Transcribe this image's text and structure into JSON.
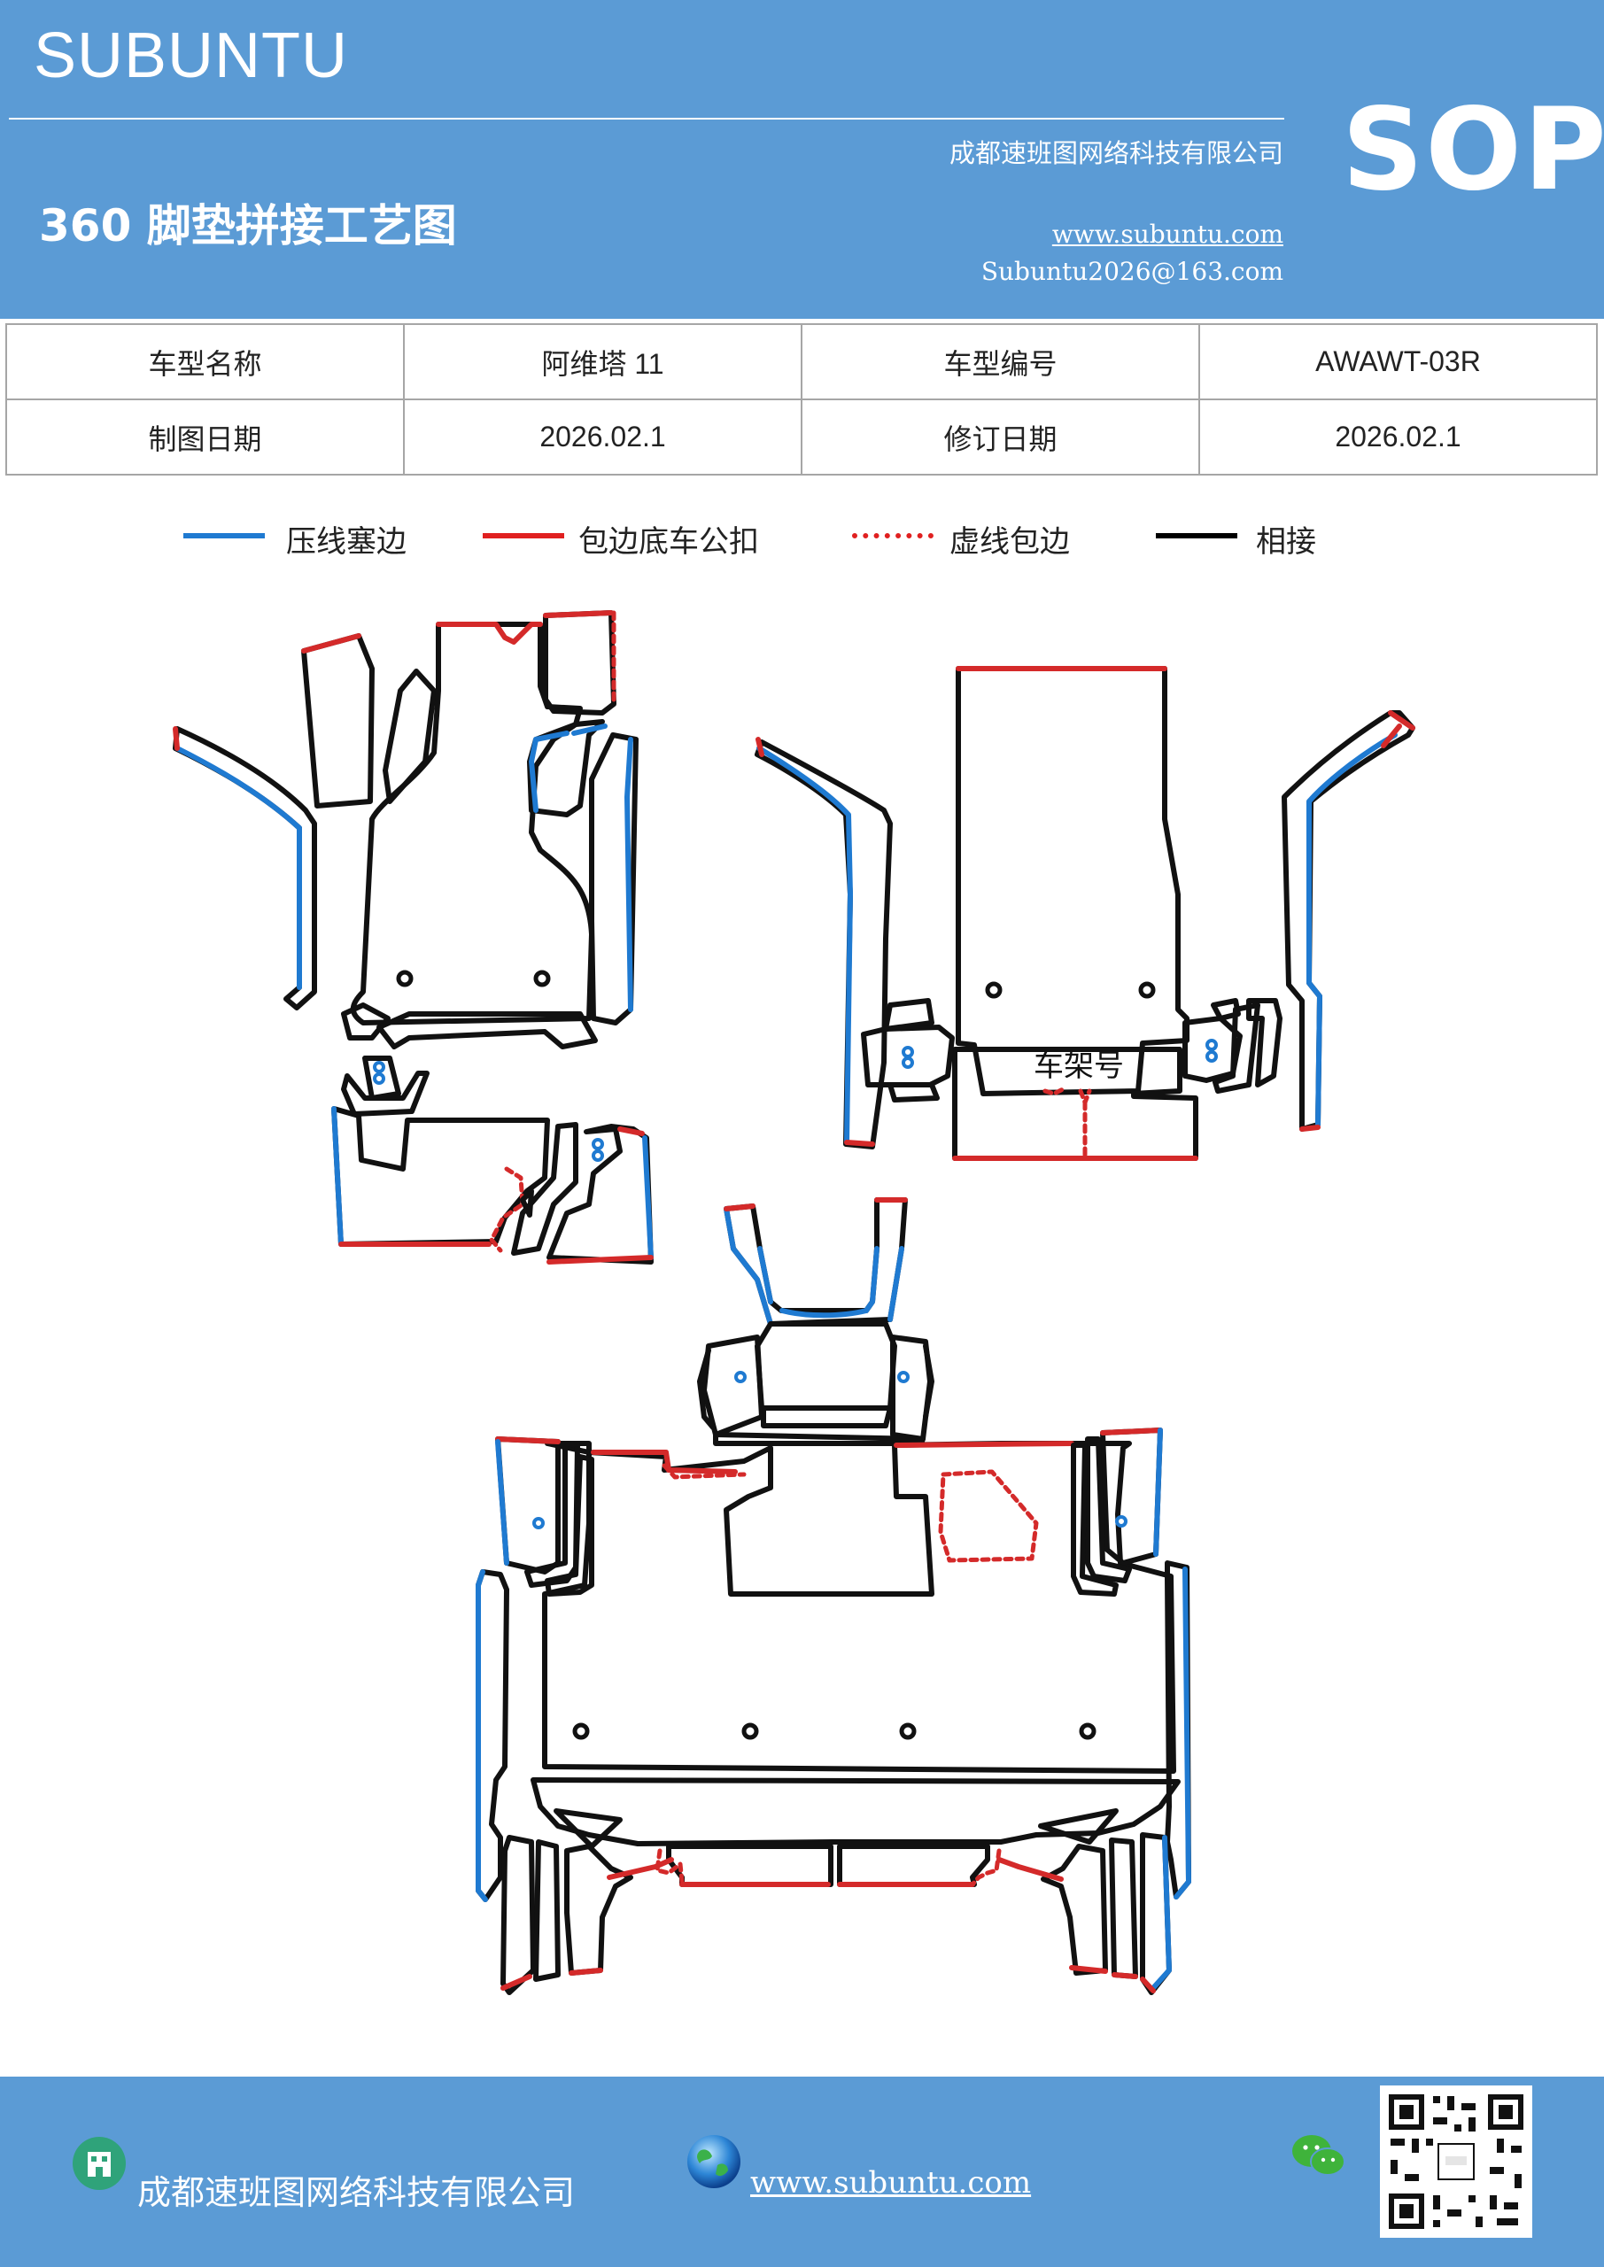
{
  "header": {
    "brand": "SUBUNTU",
    "company": "成都速班图网络科技有限公司",
    "title": "360 脚垫拼接工艺图",
    "website": "www.subuntu.com",
    "email": "Subuntu2026@163.com",
    "badge": "SOP",
    "bg_color": "#5b9bd5"
  },
  "info_table": {
    "rows": [
      [
        "车型名称",
        "阿维塔 11",
        "车型编号",
        "AWAWT-03R"
      ],
      [
        "制图日期",
        "2026.02.1",
        "修订日期",
        "2026.02.1"
      ]
    ]
  },
  "legend": [
    {
      "label": "压线塞边",
      "color": "#1f7ad1",
      "style": "solid"
    },
    {
      "label": "包边底车公扣",
      "color": "#e02020",
      "style": "solid"
    },
    {
      "label": "虚线包边",
      "color": "#e02020",
      "style": "dotted"
    },
    {
      "label": "相接",
      "color": "#000000",
      "style": "solid"
    }
  ],
  "diagram": {
    "frame_label": "车架号",
    "colors": {
      "blue": "#1f7ad1",
      "red": "#d42a2a",
      "black": "#111111"
    }
  },
  "footer": {
    "company": "成都速班图网络科技有限公司",
    "website": "www.subuntu.com",
    "icons": [
      "building-icon",
      "globe-icon",
      "wechat-icon",
      "qr-code"
    ]
  }
}
